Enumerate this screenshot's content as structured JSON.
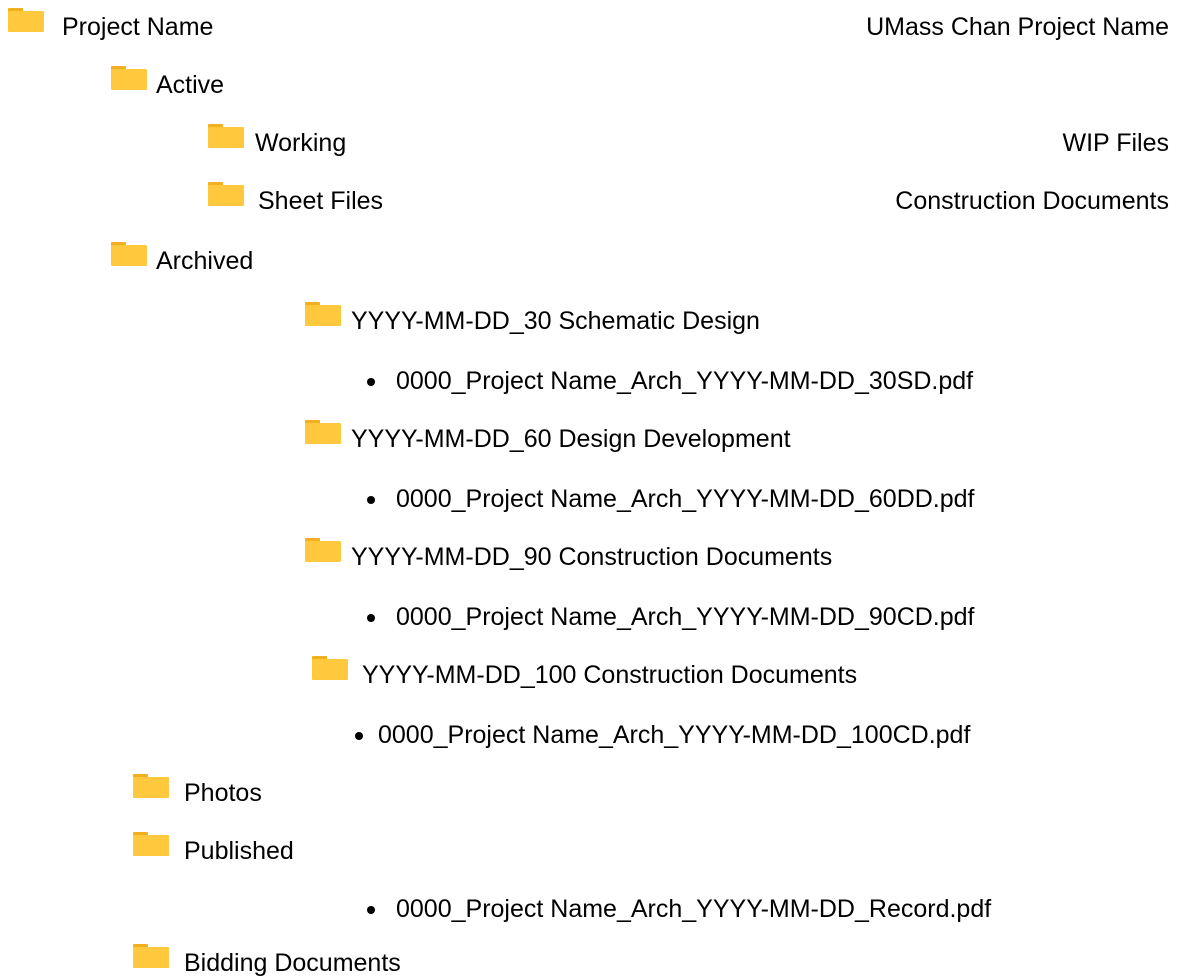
{
  "folder_color": "#FFC83D",
  "folder_tab_color": "#F2B01E",
  "folder_icon": "folder-icon",
  "tree": {
    "root": {
      "label": "Project Name",
      "description": "UMass Chan Project Name"
    },
    "active": {
      "label": "Active",
      "working": {
        "label": "Working",
        "description": "WIP Files"
      },
      "sheet_files": {
        "label": "Sheet Files",
        "description": "Construction Documents"
      }
    },
    "archived": {
      "label": "Archived",
      "items": [
        {
          "folder": "YYYY-MM-DD_30 Schematic Design",
          "file": "0000_Project Name_Arch_YYYY-MM-DD_30SD.pdf"
        },
        {
          "folder": "YYYY-MM-DD_60 Design Development",
          "file": "0000_Project Name_Arch_YYYY-MM-DD_60DD.pdf"
        },
        {
          "folder": "YYYY-MM-DD_90 Construction Documents",
          "file": "0000_Project Name_Arch_YYYY-MM-DD_90CD.pdf"
        },
        {
          "folder": "YYYY-MM-DD_100 Construction Documents",
          "file": "0000_Project Name_Arch_YYYY-MM-DD_100CD.pdf"
        }
      ]
    },
    "photos": {
      "label": "Photos"
    },
    "published": {
      "label": "Published",
      "file": "0000_Project Name_Arch_YYYY-MM-DD_Record.pdf"
    },
    "bidding": {
      "label": "Bidding Documents"
    }
  }
}
